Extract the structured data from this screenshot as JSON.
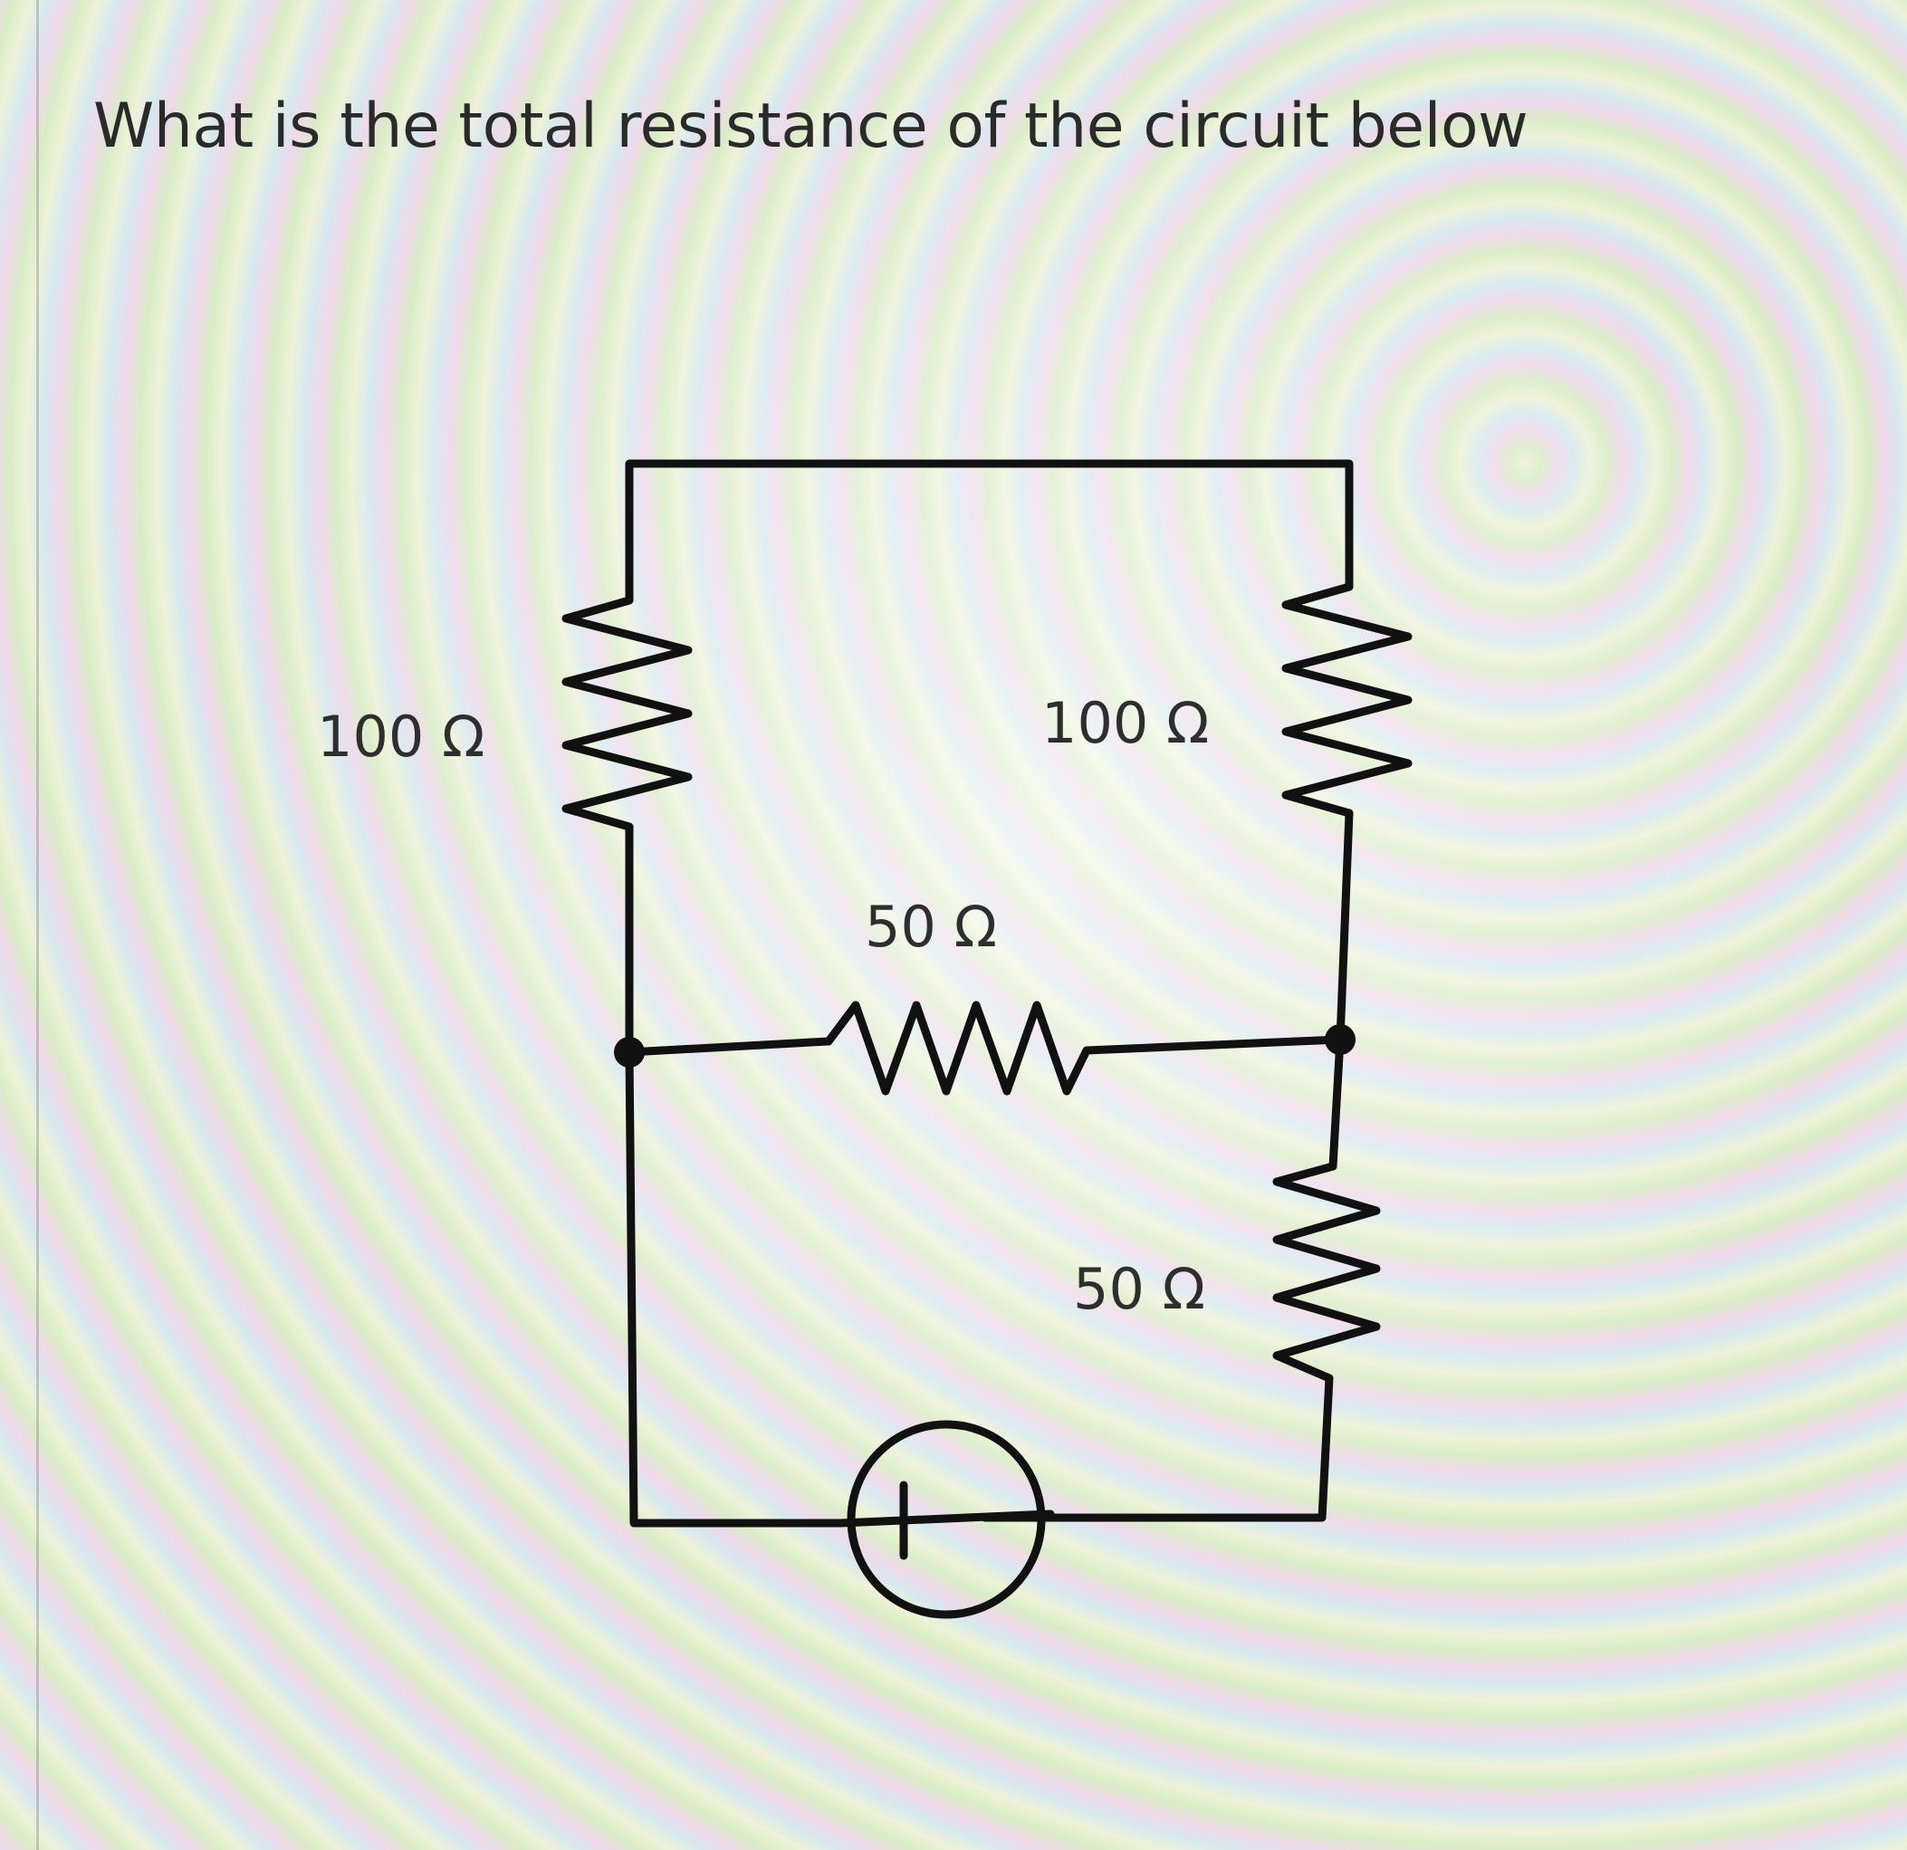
{
  "question": "What is the total resistance of the circuit below",
  "circuit": {
    "resistors": [
      {
        "id": "r-left-top",
        "label": "100 Ω"
      },
      {
        "id": "r-right-top",
        "label": "100 Ω"
      },
      {
        "id": "r-middle",
        "label": "50 Ω"
      },
      {
        "id": "r-right-bottom",
        "label": "50 Ω"
      }
    ],
    "source": {
      "type": "voltage-source",
      "symbol": "+"
    }
  },
  "colors": {
    "wire": "#111111",
    "text": "#2e2e2e"
  }
}
